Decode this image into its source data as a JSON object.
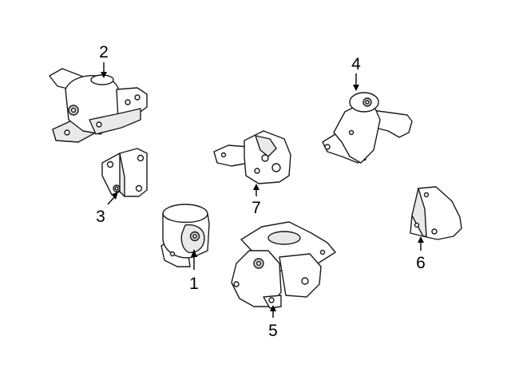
{
  "callouts": [
    {
      "id": 1,
      "label": "1"
    },
    {
      "id": 2,
      "label": "2"
    },
    {
      "id": 3,
      "label": "3"
    },
    {
      "id": 4,
      "label": "4"
    },
    {
      "id": 5,
      "label": "5"
    },
    {
      "id": 6,
      "label": "6"
    },
    {
      "id": 7,
      "label": "7"
    }
  ]
}
